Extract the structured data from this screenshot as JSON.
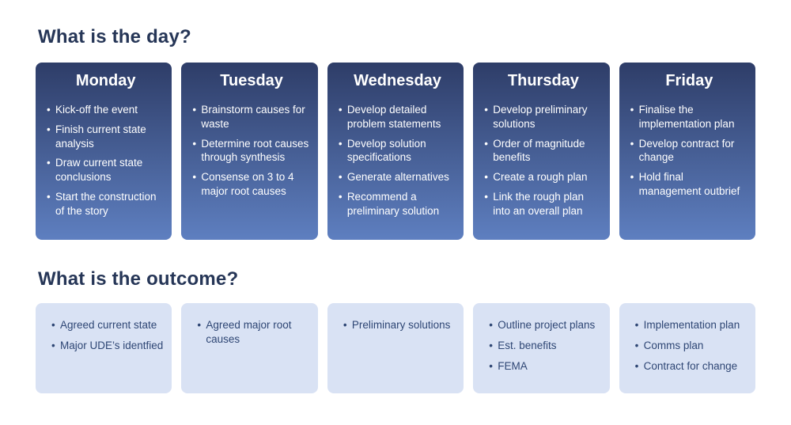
{
  "headings": {
    "day": "What is the day?",
    "outcome": "What is the outcome?"
  },
  "colors": {
    "heading_text": "#263657",
    "day_card_gradient_top": "#2e3d68",
    "day_card_gradient_bottom": "#5e7fc0",
    "day_card_text": "#ffffff",
    "outcome_card_bg": "#d9e2f4",
    "outcome_text": "#2e4674"
  },
  "days": [
    {
      "name": "Monday",
      "activities": [
        "Kick-off the event",
        "Finish current state analysis",
        "Draw current state conclusions",
        "Start the construction of the story"
      ],
      "outcomes": [
        "Agreed current state",
        "Major UDE’s identfied"
      ]
    },
    {
      "name": "Tuesday",
      "activities": [
        "Brainstorm causes for waste",
        "Determine root causes through synthesis",
        "Consense on 3 to 4 major root causes"
      ],
      "outcomes": [
        "Agreed major root causes"
      ]
    },
    {
      "name": "Wednesday",
      "activities": [
        "Develop detailed problem statements",
        "Develop solution specifications",
        "Generate alternatives",
        "Recommend a preliminary solution"
      ],
      "outcomes": [
        "Preliminary solutions"
      ]
    },
    {
      "name": "Thursday",
      "activities": [
        "Develop preliminary solutions",
        "Order of magnitude benefits",
        "Create a rough plan",
        "Link the rough plan into an overall plan"
      ],
      "outcomes": [
        "Outline project plans",
        "Est. benefits",
        "FEMA"
      ]
    },
    {
      "name": "Friday",
      "activities": [
        "Finalise the implementation plan",
        "Develop contract for change",
        "Hold final management outbrief"
      ],
      "outcomes": [
        "Implementation plan",
        "Comms plan",
        "Contract for change"
      ]
    }
  ]
}
